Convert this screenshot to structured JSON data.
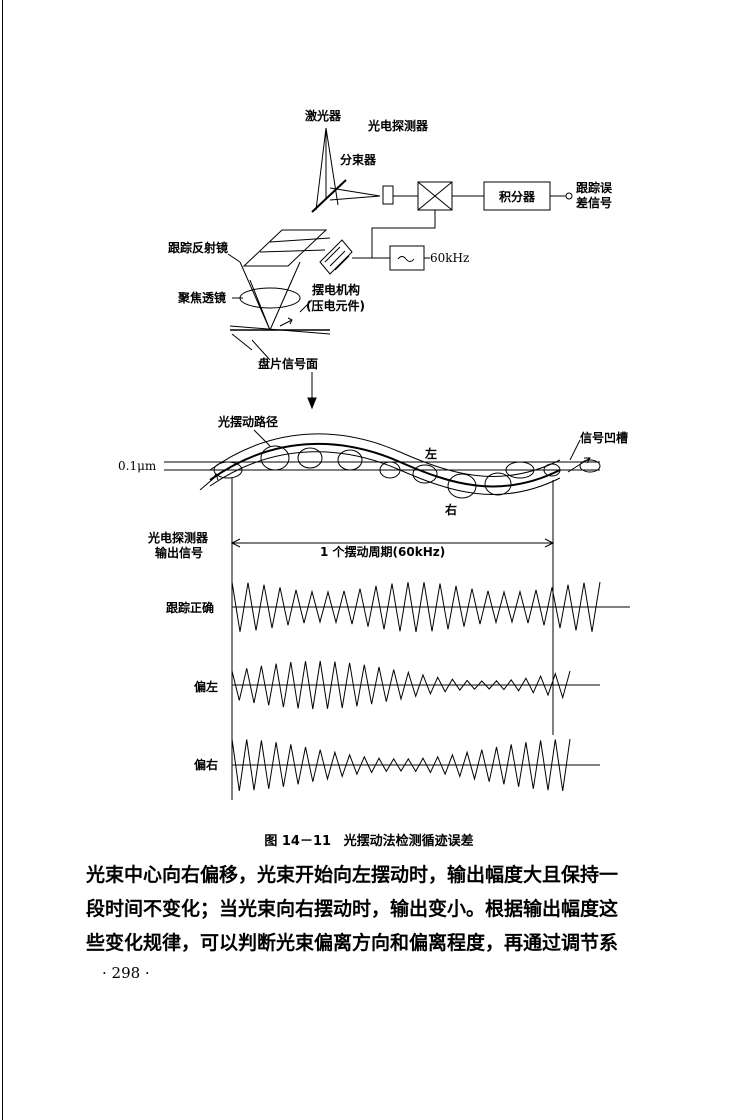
{
  "diagram": {
    "labels": {
      "laser": "激光器",
      "photodetector": "光电探测器",
      "beam_splitter": "分束器",
      "integrator": "积分器",
      "tracking_error_line1": "跟踪误",
      "tracking_error_line2": "差信号",
      "tracking_mirror": "跟踪反射镜",
      "oscillator_freq": "60kHz",
      "focus_lens": "聚焦透镜",
      "wobble_mech_line1": "摆电机构",
      "wobble_mech_line2": "(压电元件)",
      "disc_surface": "盘片信号面",
      "light_wobble_path": "光摆动路径",
      "signal_pit": "信号凹槽",
      "pit_width": "0.1μm",
      "left": "左",
      "right": "右",
      "detector_output_line1": "光电探测器",
      "detector_output_line2": "输出信号",
      "wobble_period": "1 个摆动周期(60kHz)",
      "tracking_correct": "跟踪正确",
      "offset_left": "偏左",
      "offset_right": "偏右"
    }
  },
  "caption": {
    "number": "图 14－11",
    "title": "光摆动法检测循迹误差"
  },
  "body_text": [
    "光束中心向右偏移，光束开始向左摆动时，输出幅度大且保持一",
    "段时间不变化；当光束向右摆动时，输出变小。根据输出幅度这",
    "些变化规律，可以判断光束偏离方向和偏离程度，再通过调节系"
  ],
  "page_number": "· 298 ·"
}
